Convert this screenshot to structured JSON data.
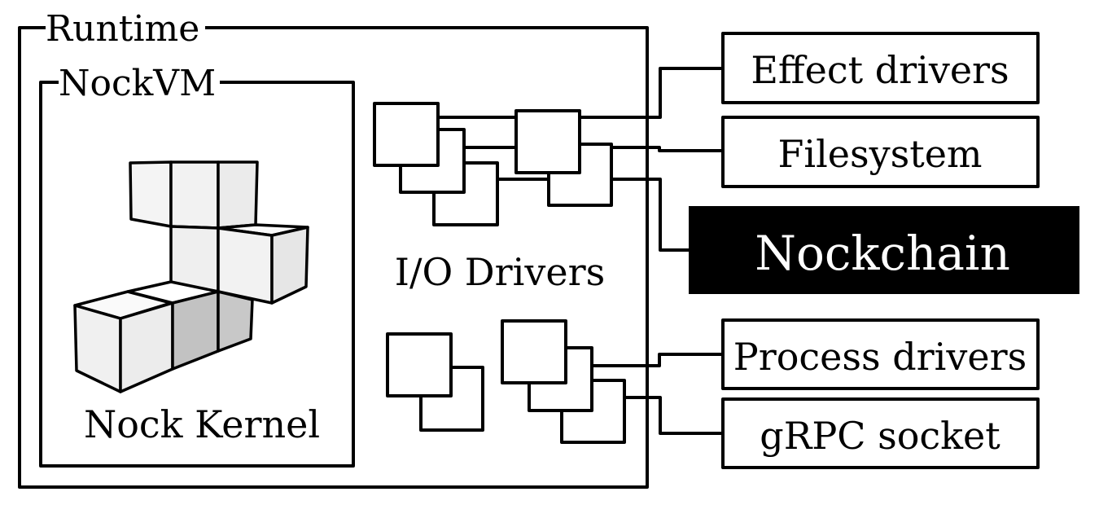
{
  "runtime": {
    "title": "Runtime"
  },
  "nockvm": {
    "title": "NockVM",
    "kernel_label": "Nock Kernel"
  },
  "io": {
    "label": "I/O Drivers"
  },
  "targets": [
    {
      "label": "Effect drivers",
      "highlighted": false
    },
    {
      "label": "Filesystem",
      "highlighted": false
    },
    {
      "label": "Nockchain",
      "highlighted": true
    },
    {
      "label": "Process drivers",
      "highlighted": false
    },
    {
      "label": "gRPC socket",
      "highlighted": false
    }
  ],
  "colors": {
    "stroke": "#000000",
    "highlight_bg": "#000000",
    "highlight_text": "#ffffff",
    "background": "#ffffff"
  }
}
